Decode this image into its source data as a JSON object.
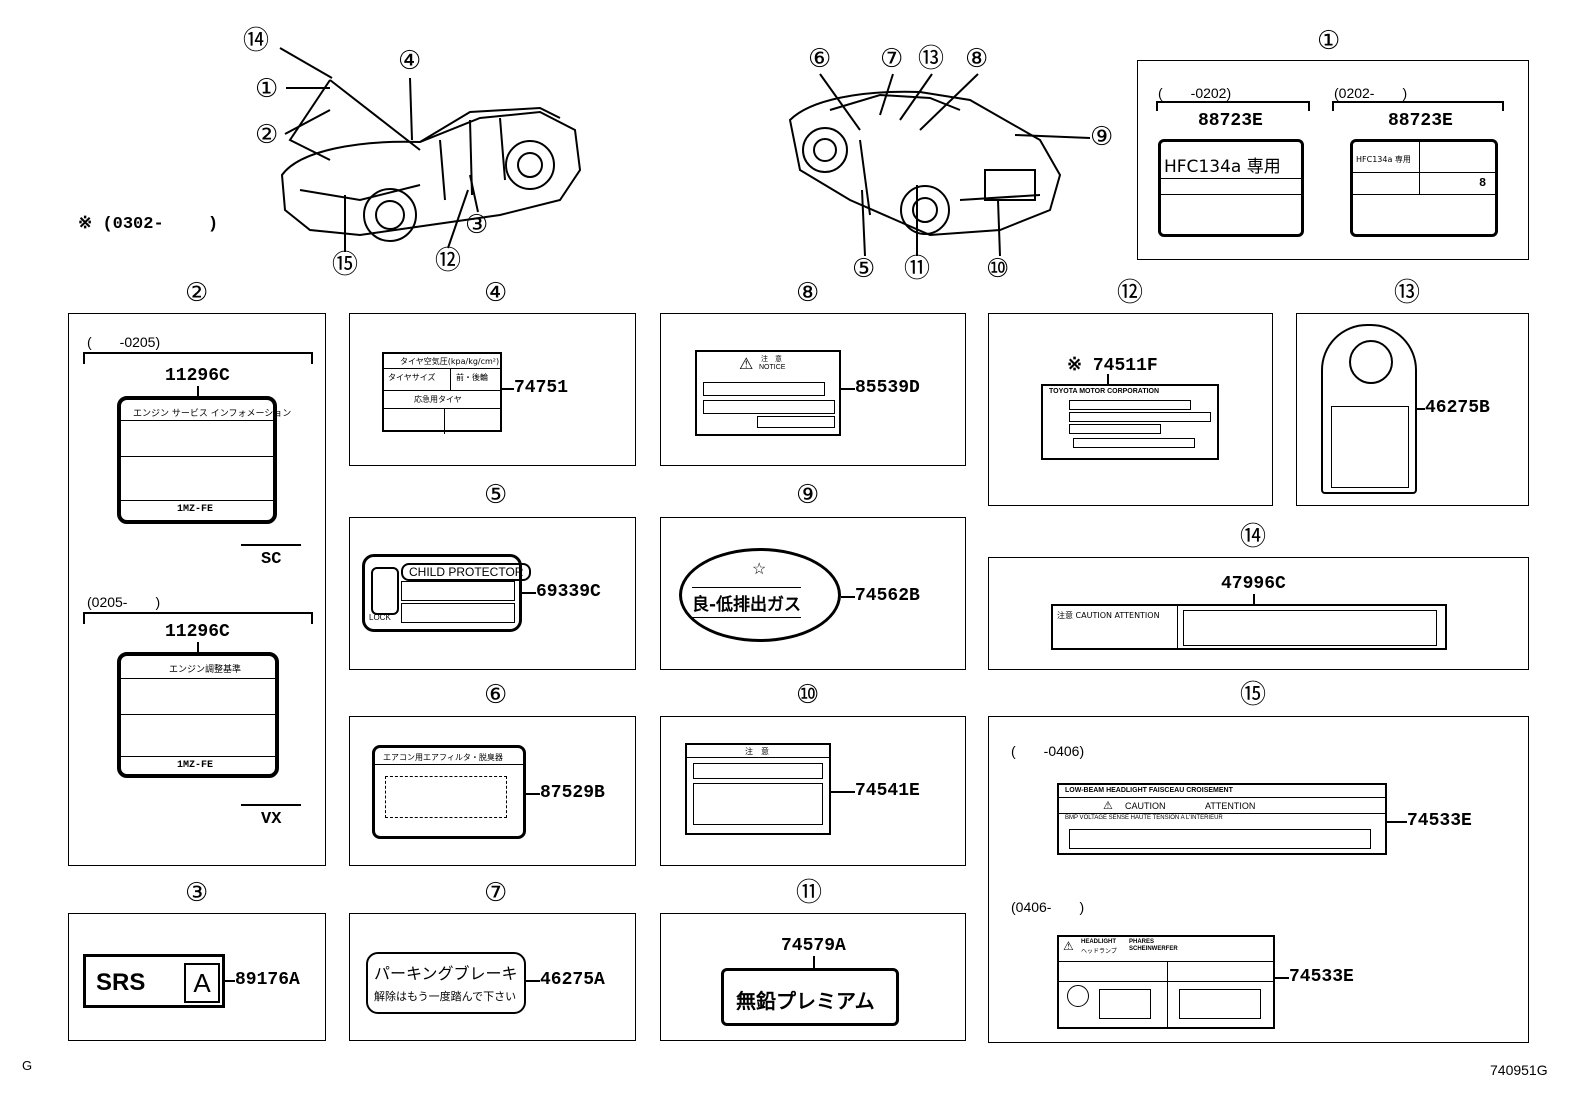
{
  "diagram_code": "740951G",
  "corner_letter": "G",
  "star_note": "※ (0302-　　 )",
  "callouts": {
    "c1": "①",
    "c2": "②",
    "c3": "③",
    "c4": "④",
    "c5": "⑤",
    "c6": "⑥",
    "c7": "⑦",
    "c8": "⑧",
    "c9": "⑨",
    "c10": "⑩",
    "c11": "⑪",
    "c12": "⑫",
    "c13": "⑬",
    "c14": "⑭",
    "c15": "⑮"
  },
  "panel1": {
    "left_range": "(　　-0202)",
    "right_range": "(0202-　　)",
    "left_part": "88723E",
    "right_part": "88723E",
    "left_text": "HFC134a 専用",
    "right_text": "HFC134a 専用",
    "right_num": "8"
  },
  "panel2": {
    "top_range": "(　　-0205)",
    "top_part": "11296C",
    "top_header": "エンジン サービス インフォメーション",
    "top_engine": "1MZ-FE",
    "top_code": "SC",
    "bottom_range": "(0205-　　)",
    "bottom_part": "11296C",
    "bottom_header": "エンジン調整基準",
    "bottom_engine": "1MZ-FE",
    "bottom_code": "VX"
  },
  "panel3": {
    "text": "SRS",
    "letter": "A",
    "part": "89176A"
  },
  "panel4": {
    "part": "74751",
    "row1": "タイヤ空気圧(kpa/kg/cm²)",
    "row2a": "タイヤサイズ",
    "row2b": "前・後輪",
    "row3": "応急用タイヤ"
  },
  "panel5": {
    "part": "69339C",
    "title": "CHILD PROTECTOR",
    "lock": "LOCK"
  },
  "panel6": {
    "part": "87529B",
    "title": "エアコン用エアフィルタ・脱臭器"
  },
  "panel7": {
    "part": "46275A",
    "line1": "パーキングブレーキ",
    "line2": "解除はもう一度踏んで下さい"
  },
  "panel8": {
    "part": "85539D",
    "title1": "注　意",
    "title2": "NOTICE"
  },
  "panel9": {
    "part": "74562B",
    "text": "良-低排出ガス"
  },
  "panel10": {
    "part": "74541E",
    "title": "注　意"
  },
  "panel11": {
    "part": "74579A",
    "text": "無鉛プレミアム"
  },
  "panel12": {
    "part": "※ 74511F",
    "header": "TOYOTA MOTOR CORPORATION"
  },
  "panel13": {
    "part": "46275B"
  },
  "panel14": {
    "part": "47996C",
    "text": "注意 CAUTION ATTENTION"
  },
  "panel15": {
    "top_range": "(　　-0406)",
    "top_part": "74533E",
    "top_header": "LOW-BEAM HEADLIGHT FAISCEAU CROISEMENT",
    "top_caution": "CAUTION",
    "top_attention": "ATTENTION",
    "top_line3": "BMP VOLTAGE SENSE  HAUTE TENSION A L'INTERIEUR",
    "bottom_range": "(0406-　　)",
    "bottom_part": "74533E",
    "bottom_h1": "HEADLIGHT",
    "bottom_h2": "PHARES",
    "bottom_h3": "SCHEINWERFER",
    "bottom_h4": "ヘッドランプ"
  }
}
